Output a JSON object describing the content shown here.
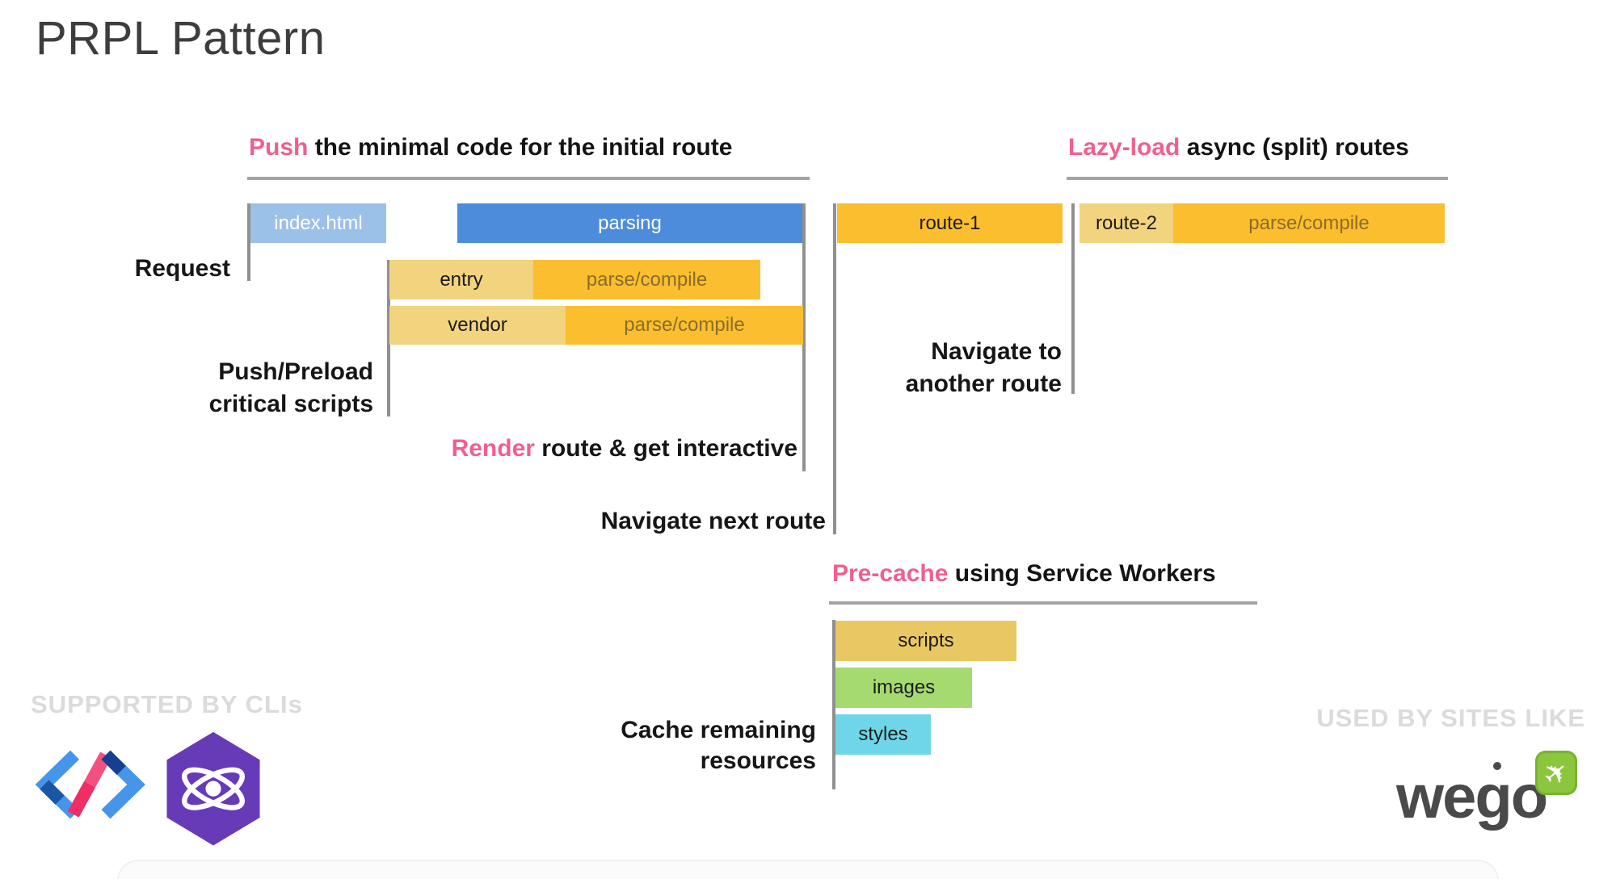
{
  "slide": {
    "title": "PRPL Pattern"
  },
  "headings": {
    "push": {
      "em": "Push",
      "rest": " the minimal code for the initial route"
    },
    "lazy": {
      "em": "Lazy-load",
      "rest": " async (split) routes"
    },
    "precache": {
      "em": "Pre-cache",
      "rest": " using Service Workers"
    }
  },
  "labels": {
    "request": "Request",
    "push_preload": {
      "line1": "Push/Preload",
      "line2": "critical scripts"
    },
    "render": {
      "em": "Render",
      "rest": " route & get interactive"
    },
    "navigate_next": "Navigate next route",
    "navigate_another": {
      "line1": "Navigate to",
      "line2": "another route"
    },
    "cache_remaining": {
      "line1": "Cache remaining",
      "line2": "resources"
    }
  },
  "bars": {
    "index_html": {
      "label": "index.html"
    },
    "parsing": {
      "label": "parsing"
    },
    "entry": {
      "label": "entry",
      "tail": "parse/compile"
    },
    "vendor": {
      "label": "vendor",
      "tail": "parse/compile"
    },
    "route_1": {
      "label": "route-1"
    },
    "route_2": {
      "label": "route-2",
      "tail": "parse/compile"
    },
    "scripts": {
      "label": "scripts"
    },
    "images": {
      "label": "images"
    },
    "styles": {
      "label": "styles"
    }
  },
  "footer": {
    "supported_caption": "SUPPORTED BY CLIs",
    "used_caption": "USED BY SITES LIKE",
    "wego_wordmark": "wego",
    "logo_names": [
      "polymer-logo",
      "preact-logo",
      "wego-logo"
    ]
  },
  "colors": {
    "accent_pink": "#F0608D",
    "bar_blue": "#4D8CDB",
    "bar_light_blue": "#9CC1E9",
    "bar_orange": "#FBBE2E",
    "bar_tan": "#F2D37E",
    "bar_gold": "#E9C863",
    "bar_green": "#A5DA70",
    "bar_cyan": "#6FD5E8",
    "parse_compile_text": "#8A6D2A",
    "timeline_line_gray": "#909090",
    "caption_gray": "#DBDBDB"
  }
}
